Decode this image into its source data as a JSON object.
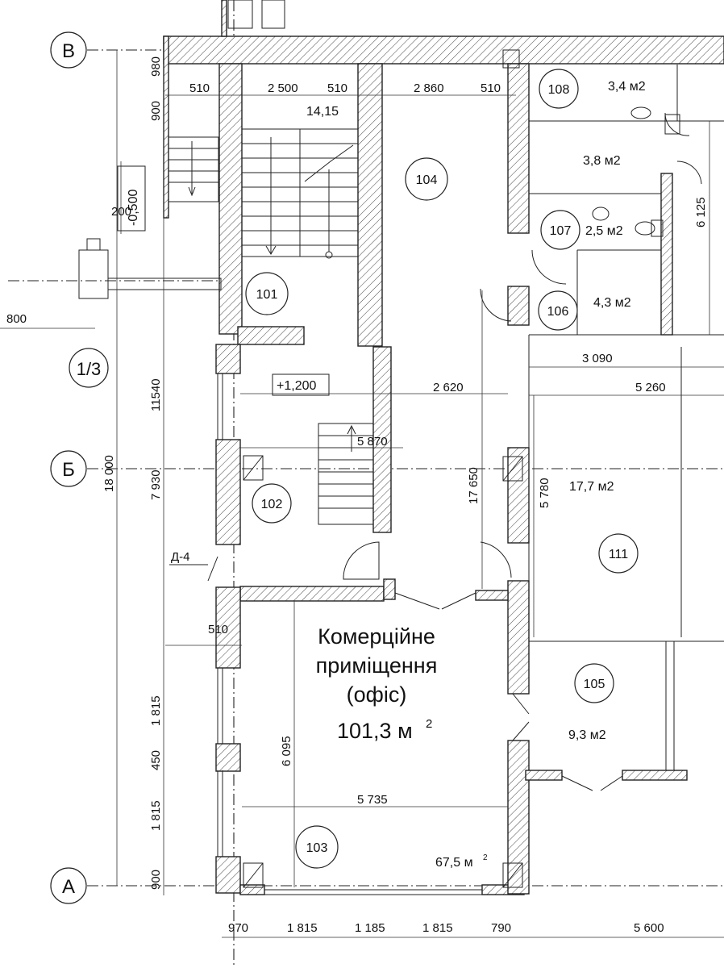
{
  "axes": {
    "b_top": "В",
    "b_mid": "Б",
    "a": "А",
    "sub": "1/3"
  },
  "office": {
    "line1": "Комерційне",
    "line2": "приміщення",
    "line3": "(офіс)",
    "area": "101,3 м",
    "area_sup": "2"
  },
  "rooms": {
    "r101": "101",
    "r102": "102",
    "r103": "103",
    "r104": "104",
    "r105": "105",
    "r106": "106",
    "r107": "107",
    "r108": "108",
    "r111": "111"
  },
  "areas": {
    "a108": "3,4 м2",
    "a_wc": "3,8 м2",
    "a107": "2,5 м2",
    "a106": "4,3 м2",
    "a111": "17,7 м2",
    "a105": "9,3 м2",
    "a103": "67,5 м",
    "a103_sup": "2"
  },
  "levels": {
    "landing": "14,15",
    "plus": "+1,200",
    "minus": "-0,500"
  },
  "labels": {
    "door_d4": "Д-4"
  },
  "dims": {
    "top_510a": "510",
    "top_2500": "2 500",
    "top_510b": "510",
    "top_2860": "2 860",
    "top_510c": "510",
    "left_980": "980",
    "left_900": "900",
    "left_200": "200",
    "left_800": "800",
    "left_11540": "11540",
    "left_18000": "18 000",
    "left_7930": "7 930",
    "left_510": "510",
    "left_1815a": "1 815",
    "left_450": "450",
    "left_1815b": "1 815",
    "left_900b": "900",
    "mid_2620": "2 620",
    "mid_5870": "5 870",
    "mid_17650": "17 650",
    "mid_5780": "5 780",
    "right_3090": "3 090",
    "right_5260": "5 260",
    "right_6125": "6 125",
    "office_6095": "6 095",
    "office_5735": "5 735",
    "bot_970": "970",
    "bot_1815a": "1 815",
    "bot_1185": "1 185",
    "bot_1815b": "1 815",
    "bot_790": "790",
    "bot_5600": "5 600"
  }
}
